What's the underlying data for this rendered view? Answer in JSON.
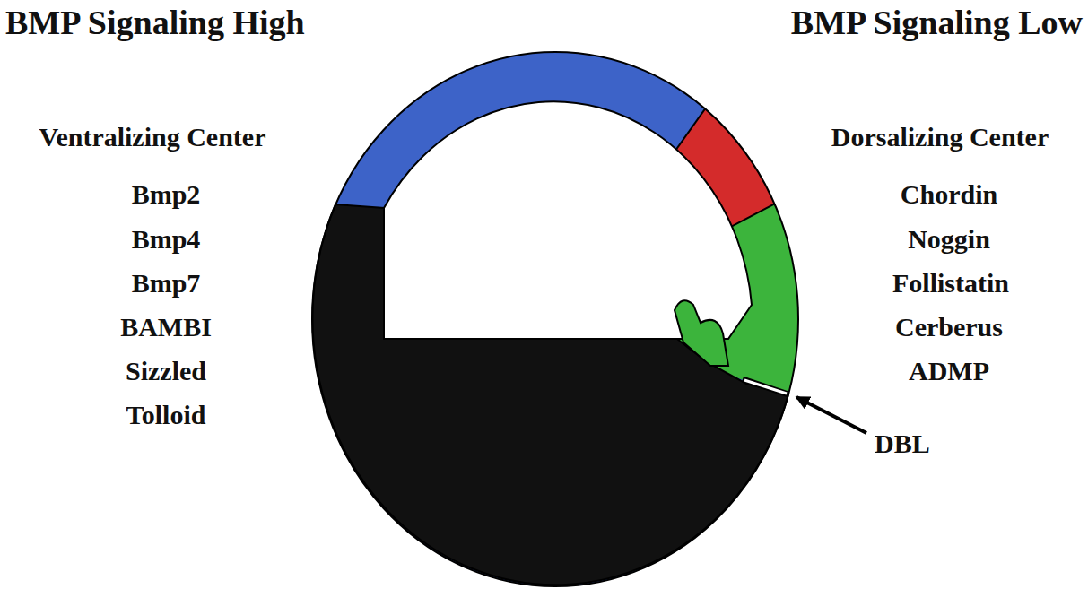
{
  "diagram": {
    "labels": [
      "BMP Signaling High",
      "BMP Signaling Low",
      "Ventralizing Center",
      "Bmp2",
      "Bmp4",
      "Bmp7",
      "BAMBI",
      "Sizzled",
      "Tolloid",
      "Dorsalizing Center",
      "Chordin",
      "Noggin",
      "Follistatin",
      "Cerberus",
      "ADMP",
      "DBL"
    ]
  }
}
